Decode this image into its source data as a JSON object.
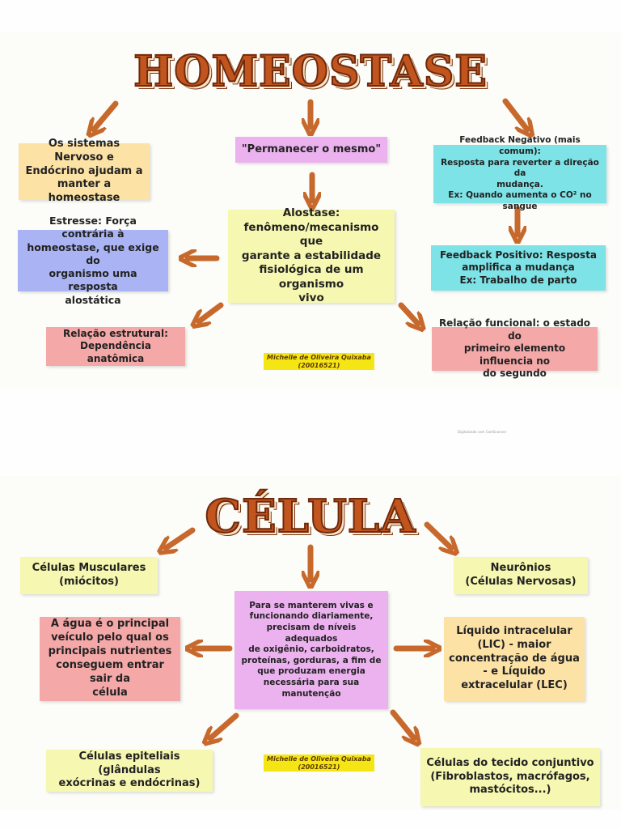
{
  "colors": {
    "title": "#c2541e",
    "arrow": "#c7692c",
    "orange": "#fde2a6",
    "pink": "#ecb2ef",
    "yellow": "#f6f7b0",
    "cyan": "#7de3e7",
    "blue": "#aab4f4",
    "red": "#f5a8a8",
    "author_tag": "#f6e515"
  },
  "homeostase": {
    "title": "HOMEOSTASE",
    "boxes": {
      "systems": "Os sistemas Nervoso e\nEndócrino ajudam a\nmanter a homeostase",
      "permanecer": "\"Permanecer o mesmo\"",
      "feedback_negativo": "Feedback Negativo (mais comum):\nResposta para reverter a direção da\nmudança.\nEx: Quando aumenta o CO² no sangue",
      "alostase": "Alostase:\nfenômeno/mecanismo que\ngarante a estabilidade\nfisiológica de um organismo\nvivo",
      "estresse": "Estresse: Força contrária à\nhomeostase, que exige do\norganismo uma resposta\nalostática",
      "feedback_positivo": "Feedback Positivo: Resposta\namplifica a mudança\nEx: Trabalho de parto",
      "relacao_estrutural": "Relação estrutural:\nDependência anatômica",
      "relacao_funcional": "Relação funcional: o estado do\nprimeiro elemento influencia no\ndo segundo"
    },
    "author": "Michelle de Oliveira Quixaba\n(20016521)"
  },
  "separator_note": "Digitalizado com CamScanner",
  "celula": {
    "title": "CÉLULA",
    "boxes": {
      "musculares": "Células Musculares\n(miócitos)",
      "neuronios": "Neurônios\n(Células Nervosas)",
      "center": "Para se manterem vivas e\nfuncionando diariamente,\nprecisam de níveis adequados\nde oxigênio, carboidratos,\nproteínas, gorduras, a fim de\nque produzam energia\nnecessária para sua\nmanutenção",
      "agua": "A água é o principal\nveículo pelo qual os\nprincipais nutrientes\nconseguem entrar sair da\ncélula",
      "liquido": "Líquido intracelular\n(LIC) - maior\nconcentração de água\n- e Líquido\nextracelular (LEC)",
      "epiteliais": "Células epiteliais (glândulas\nexócrinas e endócrinas)",
      "conjuntivo": "Células do tecido conjuntivo\n(Fibroblastos, macrófagos,\nmastócitos...)"
    },
    "author": "Michelle de Oliveira Quixaba\n(20016521)"
  }
}
